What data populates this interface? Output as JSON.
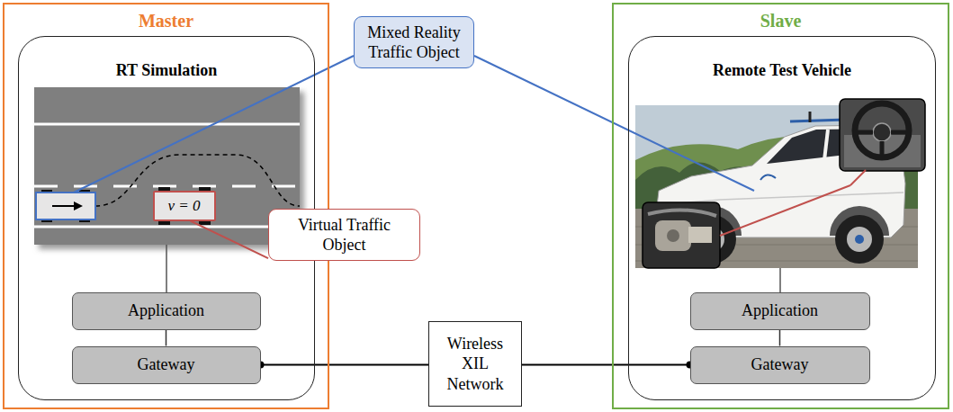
{
  "diagram": {
    "nodes": [
      {
        "text": [
          "Master"
        ]
      },
      {
        "text": [
          "RT Simulation"
        ],
        "in": 0
      },
      {
        "text": [
          "v = 0"
        ],
        "in": 1
      },
      {
        "text": [
          "Application"
        ],
        "in": 1
      },
      {
        "text": [
          "Gateway"
        ],
        "in": 1
      },
      {
        "text": [
          "Mixed Reality Traffic Object"
        ]
      },
      {
        "text": [
          "Virtual Traffic Object"
        ]
      },
      {
        "text": [
          "Wireless XIL Network"
        ]
      },
      {
        "text": [
          "Slave"
        ]
      },
      {
        "text": [
          "Remote Test Vehicle"
        ],
        "in": 8
      },
      {
        "text": [
          "Application"
        ],
        "in": 9
      },
      {
        "text": [
          "Gateway"
        ],
        "in": 9
      }
    ],
    "edges": [
      {
        "from": 2,
        "to": 6,
        "arrow": "none"
      },
      {
        "from": 3,
        "to": 4,
        "arrow": "none"
      },
      {
        "from": 4,
        "to": 7,
        "arrow": "none"
      },
      {
        "from": 7,
        "to": 11,
        "arrow": "none"
      },
      {
        "from": 10,
        "to": 11,
        "arrow": "none"
      }
    ]
  }
}
